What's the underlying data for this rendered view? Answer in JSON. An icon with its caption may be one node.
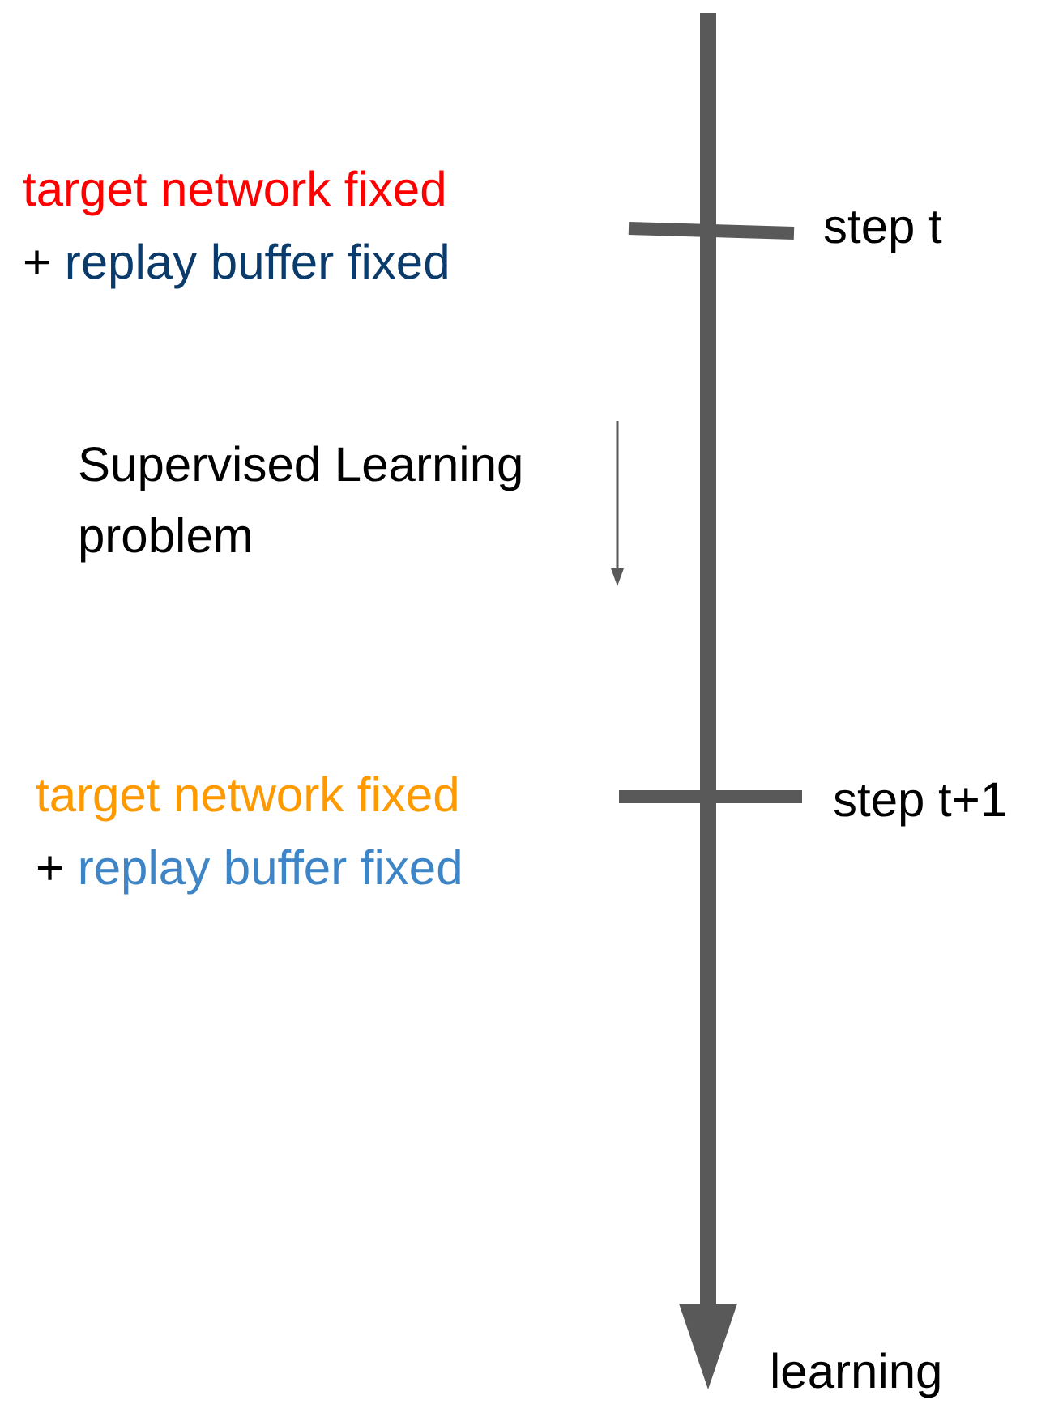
{
  "diagram": {
    "labels": [
      "target network fixed",
      "+ replay buffer fixed",
      "step t",
      "Supervised Learning problem",
      "target network fixed",
      "+ replay buffer fixed",
      "step t+1",
      "learning"
    ]
  }
}
